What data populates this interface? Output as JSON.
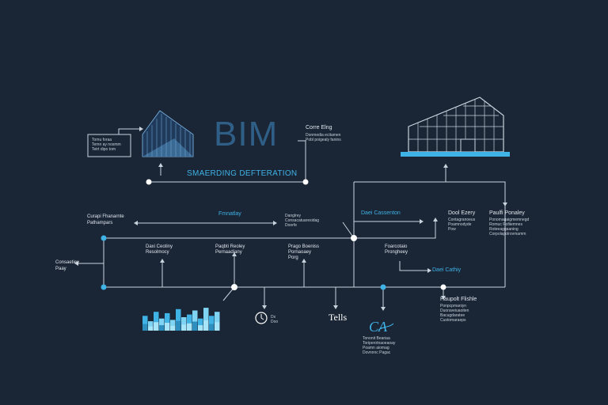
{
  "title": "BIM",
  "subtitle": "SMAERDING DEFTERATION",
  "accent_color": "#3fb3e6",
  "line_color": "#c9d3de",
  "background_color": "#1a2535",
  "labels": {
    "corre_elng": "Corre Elng",
    "corre_elng_sub": "Donmedia ecitamen\nPobl poigealy fanins",
    "left_box": "Tomu foraa\nTemn ay nosmm\nTeirt dipo tom",
    "top_left_2": "Curapi Fhanarnte\nPathampars",
    "fmnatlay": "Fmnatlay",
    "danglrey": "Danglrey\nConsacatuaresidag\nDoorfe",
    "daei_cassenton": "Daei Cassenton",
    "dool_ezery": "Dool Ezery",
    "dool_ezery_sub": "Contagranoeus\nPoamnodyde\nPow",
    "paulfi_ponaley": "Paulfi Ponaley",
    "paulfi_ponaley_sub": "Ponomagaigmemnegd\nRomuc Pofiiemnes\nRoteeaggaaning\nCorpolapolrovmamm",
    "left_2": "Consaetiey\nPaay",
    "daxi_ceotiny": "Daxi Ceotiny\nResolmocy",
    "paqbti_reoley": "Paqbti Reoley\nPernaadiany",
    "prago_boeniss": "Prago Boeniss\nPornaoaey\nPorg",
    "foarcotaio": "Foarcotaio\nProngheey",
    "daei_cathiy": "Daei Cathiy",
    "clock_label": "Dx\nDoo",
    "tells": "Tells",
    "haupolt_flishle": "Haupolt Flishle",
    "haupolt_sub": "Ponpcpmaniyn\nDuoraveiuaoiten\nBacugdaratee\nCustomaraeps",
    "tononit_sub": "Tononit Beariaa\nToriperotnaoeaoay\nPoamn aiomag\nDovnnnc Pagac"
  },
  "bar_chart": {
    "values": [
      0.55,
      0.35,
      0.7,
      0.45,
      0.65,
      0.4,
      0.8,
      0.5,
      0.6,
      0.75,
      0.45,
      0.85,
      0.55,
      0.7
    ]
  }
}
